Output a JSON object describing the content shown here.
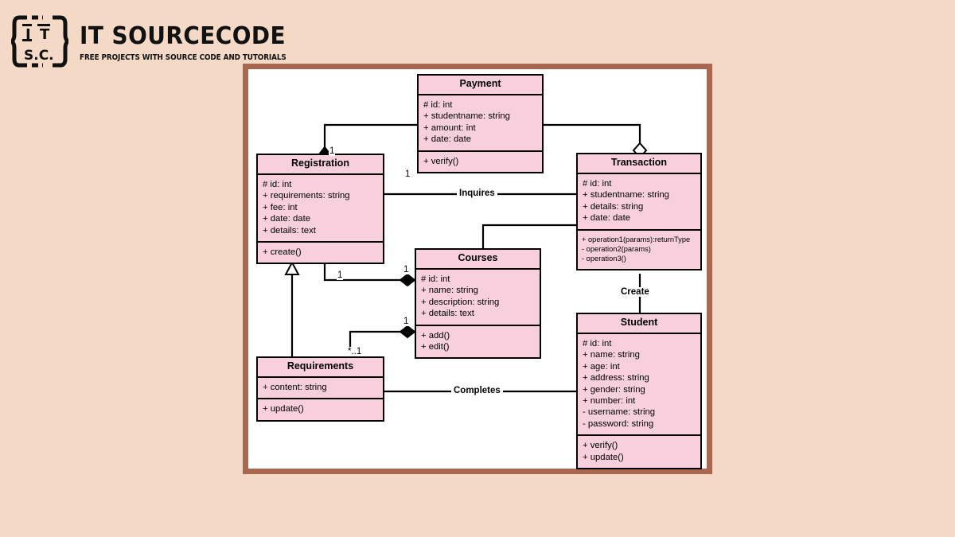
{
  "brand": {
    "title": "IT SOURCECODE",
    "tagline": "FREE PROJECTS WITH SOURCE CODE AND TUTORIALS",
    "logo_letters": [
      "IT",
      "S.C."
    ]
  },
  "colors": {
    "page_background": "#f4d9c6",
    "frame_border": "#a9674f",
    "canvas": "#ffffff",
    "class_fill": "#f7cfdd",
    "class_border": "#000000",
    "text": "#000000"
  },
  "diagram": {
    "type": "uml-class-diagram",
    "classes": [
      {
        "id": "payment",
        "name": "Payment",
        "attributes": [
          "# id: int",
          "+ studentname: string",
          "+ amount: int",
          "+ date: date"
        ],
        "operations": [
          "+ verify()"
        ]
      },
      {
        "id": "registration",
        "name": "Registration",
        "attributes": [
          "# id: int",
          "+ requirements: string",
          "+ fee: int",
          "+ date: date",
          "+ details: text"
        ],
        "operations": [
          "+ create()"
        ]
      },
      {
        "id": "transaction",
        "name": "Transaction",
        "attributes": [
          "# id: int",
          "+ studentname: string",
          "+ details: string",
          "+ date: date"
        ],
        "operations": [
          "+ operation1(params):returnType",
          "- operation2(params)",
          "- operation3()"
        ]
      },
      {
        "id": "courses",
        "name": "Courses",
        "attributes": [
          "# id: int",
          "+ name: string",
          "+ description: string",
          "+ details: text"
        ],
        "operations": [
          "+ add()",
          "+ edit()"
        ]
      },
      {
        "id": "student",
        "name": "Student",
        "attributes": [
          "# id: int",
          "+ name: string",
          "+ age: int",
          "+ address: string",
          "+ gender: string",
          "+ number: int",
          "- username: string",
          "- password: string"
        ],
        "operations": [
          "+ verify()",
          "+ update()"
        ]
      },
      {
        "id": "requirements",
        "name": "Requirements",
        "attributes": [
          "+ content: string"
        ],
        "operations": [
          "+ update()"
        ]
      }
    ],
    "relationships": [
      {
        "id": "payment-registration",
        "from": "Payment",
        "to": "Registration",
        "kind": "composition",
        "label": "",
        "source_multiplicity": "1",
        "target_multiplicity": "1"
      },
      {
        "id": "payment-transaction",
        "from": "Payment",
        "to": "Transaction",
        "kind": "aggregation",
        "label": "",
        "source_multiplicity": "",
        "target_multiplicity": ""
      },
      {
        "id": "registration-transaction",
        "from": "Registration",
        "to": "Transaction",
        "kind": "association",
        "label": "Inquires",
        "source_multiplicity": "",
        "target_multiplicity": ""
      },
      {
        "id": "registration-courses",
        "from": "Registration",
        "to": "Courses",
        "kind": "composition",
        "label": "",
        "source_multiplicity": "1",
        "target_multiplicity": "1"
      },
      {
        "id": "courses-transaction",
        "from": "Courses",
        "to": "Transaction",
        "kind": "association",
        "label": "",
        "source_multiplicity": "",
        "target_multiplicity": ""
      },
      {
        "id": "transaction-student",
        "from": "Transaction",
        "to": "Student",
        "kind": "association",
        "label": "Create",
        "source_multiplicity": "",
        "target_multiplicity": ""
      },
      {
        "id": "requirements-courses",
        "from": "Requirements",
        "to": "Courses",
        "kind": "composition",
        "label": "",
        "source_multiplicity": "*..1",
        "target_multiplicity": "1"
      },
      {
        "id": "requirements-registration",
        "from": "Requirements",
        "to": "Registration",
        "kind": "generalization",
        "label": "",
        "source_multiplicity": "",
        "target_multiplicity": ""
      },
      {
        "id": "requirements-student",
        "from": "Requirements",
        "to": "Student",
        "kind": "association",
        "label": "Completes",
        "source_multiplicity": "",
        "target_multiplicity": ""
      }
    ],
    "labels": {
      "inquires": "Inquires",
      "create": "Create",
      "completes": "Completes",
      "mult_payment_top": "1",
      "mult_registration_top": "1",
      "mult_courses_attr": "1",
      "mult_courses_ops": "1",
      "mult_registration_right": "1",
      "mult_requirements_top": "*..1"
    }
  }
}
